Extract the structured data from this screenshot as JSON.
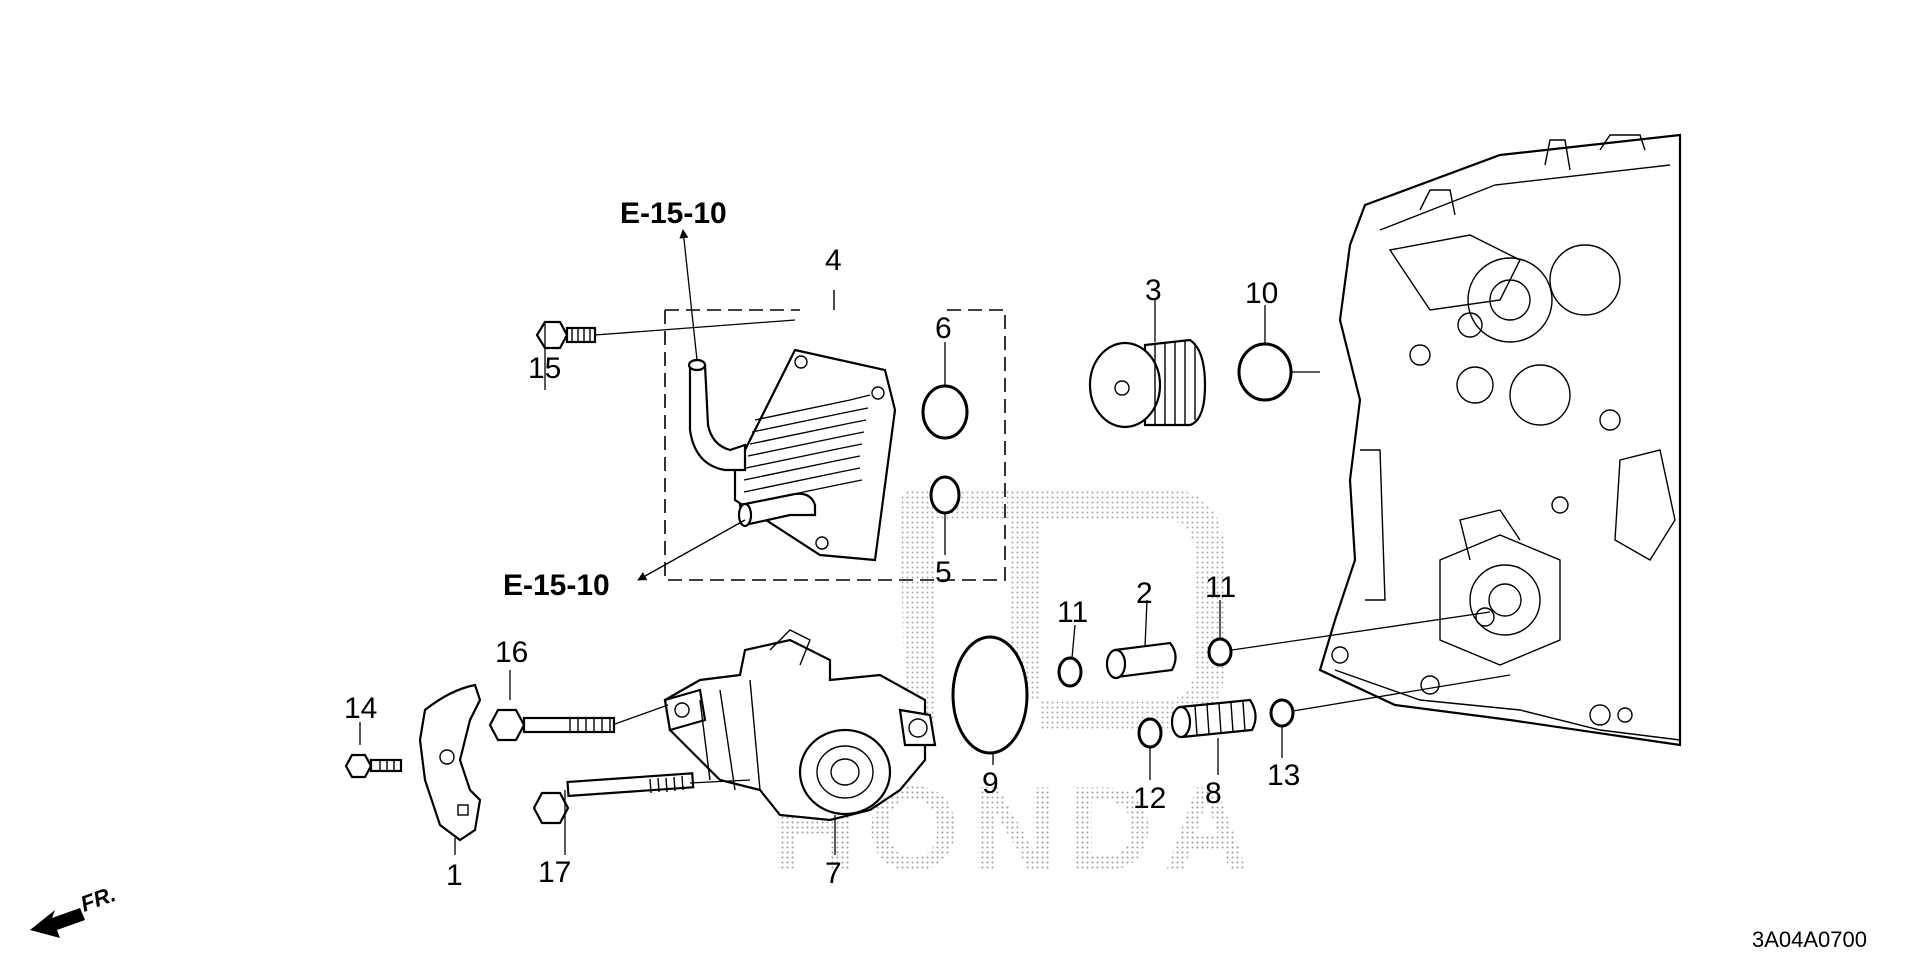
{
  "diagram": {
    "drawing_code": "3A04A0700",
    "front_indicator": "FR.",
    "watermark": "HONDA",
    "references": [
      {
        "id": "ref-top",
        "text": "E-15-10"
      },
      {
        "id": "ref-mid",
        "text": "E-15-10"
      }
    ],
    "callouts": [
      {
        "num": "1"
      },
      {
        "num": "2"
      },
      {
        "num": "3"
      },
      {
        "num": "4"
      },
      {
        "num": "5"
      },
      {
        "num": "6"
      },
      {
        "num": "7"
      },
      {
        "num": "8"
      },
      {
        "num": "9"
      },
      {
        "num": "10"
      },
      {
        "num": "11"
      },
      {
        "num": "11"
      },
      {
        "num": "12"
      },
      {
        "num": "13"
      },
      {
        "num": "14"
      },
      {
        "num": "15"
      },
      {
        "num": "16"
      },
      {
        "num": "17"
      }
    ]
  }
}
